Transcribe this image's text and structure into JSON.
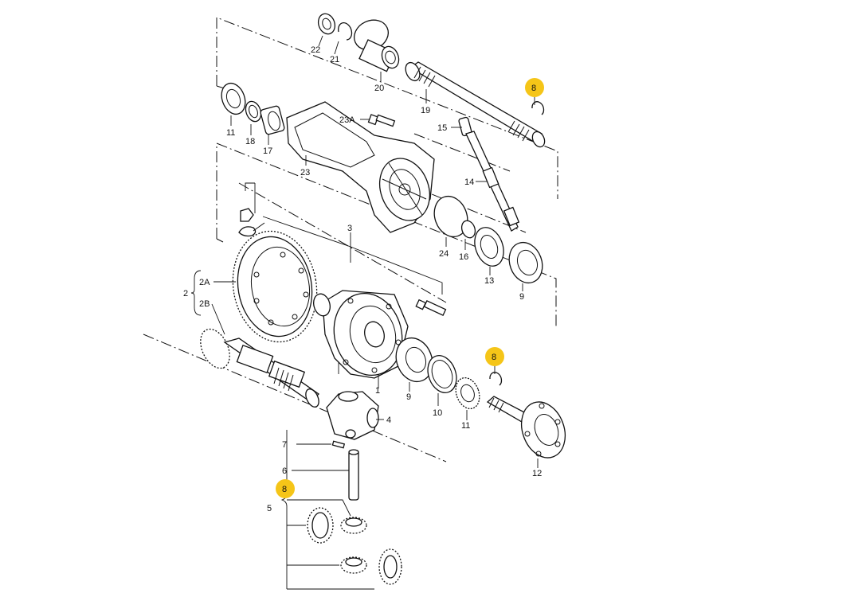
{
  "highlight_color": "#F5C518",
  "callouts": {
    "c22": "22",
    "c21": "21",
    "c20": "20",
    "c19": "19",
    "c11a": "11",
    "c18": "18",
    "c17": "17",
    "c23a": "23A",
    "c23": "23",
    "c15": "15",
    "c14": "14",
    "c3": "3",
    "c24": "24",
    "c16": "16",
    "c13": "13",
    "c9a": "9",
    "c2": "2",
    "c2a": "2A",
    "c2b": "2B",
    "c1": "1",
    "c9b": "9",
    "c10": "10",
    "c11b": "11",
    "c12": "12",
    "c4": "4",
    "c7": "7",
    "c6": "6",
    "c5": "5",
    "c8a": "8",
    "c8b": "8",
    "c8c": "8"
  },
  "icons": {
    "drive-shaft": "drive-shaft-icon",
    "ring-gear": "ring-gear-icon",
    "differential-housing": "differential-housing-icon",
    "pinion-gear": "pinion-gear-icon"
  }
}
